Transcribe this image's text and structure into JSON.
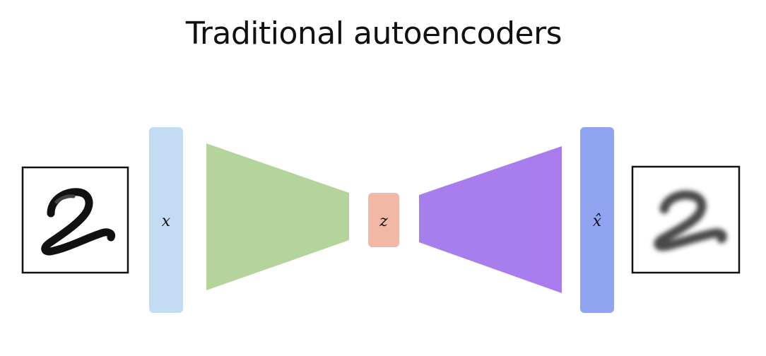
{
  "title": "Traditional autoencoders",
  "labels": {
    "input": "x",
    "latent": "z",
    "output": "x̂"
  },
  "colors": {
    "input_bar": "#c4dbf4",
    "encoder": "#b4d49b",
    "latent": "#f1b8a6",
    "decoder": "#a67fec",
    "output_bar": "#91a4f1"
  },
  "images": {
    "input_digit": "2",
    "output_digit": "2"
  }
}
